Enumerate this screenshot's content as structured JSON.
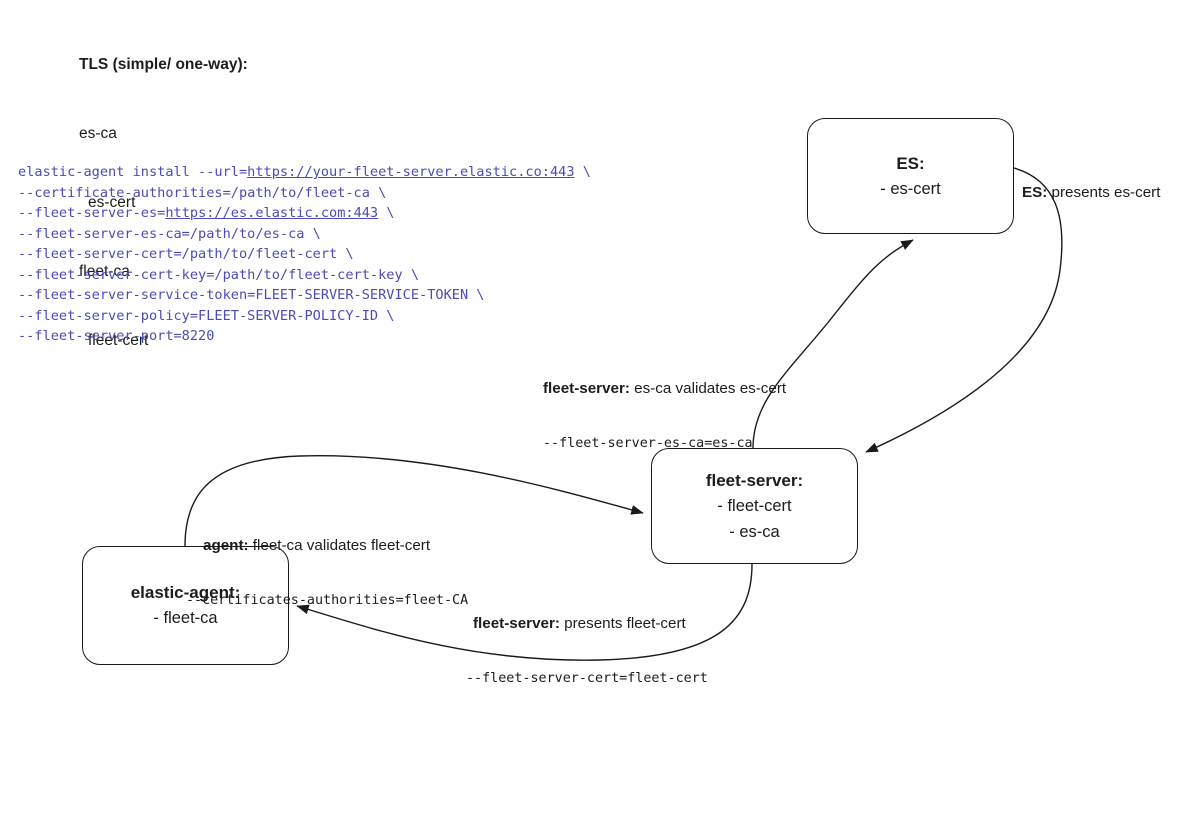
{
  "legend": {
    "title": "TLS (simple/ one-way):",
    "lines": [
      {
        "text": "es-ca",
        "indent": false
      },
      {
        "text": "es-cert",
        "indent": true
      },
      {
        "text": "fleet-ca",
        "indent": false
      },
      {
        "text": "fleet-cert",
        "indent": true
      }
    ]
  },
  "command": {
    "lines": [
      [
        {
          "t": "elastic-agent install --url=",
          "link": false
        },
        {
          "t": "https://your-fleet-server.elastic.co:443",
          "link": true
        },
        {
          "t": " \\",
          "link": false
        }
      ],
      [
        {
          "t": "--certificate-authorities=/path/to/fleet-ca \\",
          "link": false
        }
      ],
      [
        {
          "t": "--fleet-server-es=",
          "link": false
        },
        {
          "t": "https://es.elastic.com:443",
          "link": true
        },
        {
          "t": " \\",
          "link": false
        }
      ],
      [
        {
          "t": "--fleet-server-es-ca=/path/to/es-ca \\",
          "link": false
        }
      ],
      [
        {
          "t": "--fleet-server-cert=/path/to/fleet-cert \\",
          "link": false
        }
      ],
      [
        {
          "t": "--fleet-server-cert-key=/path/to/fleet-cert-key \\",
          "link": false
        }
      ],
      [
        {
          "t": "--fleet-server-service-token=FLEET-SERVER-SERVICE-TOKEN \\",
          "link": false
        }
      ],
      [
        {
          "t": "--fleet-server-policy=FLEET-SERVER-POLICY-ID \\",
          "link": false
        }
      ],
      [
        {
          "t": "--fleet-server-port=8220",
          "link": false
        }
      ]
    ],
    "text_color": "#4b4bb5"
  },
  "nodes": {
    "es": {
      "title": "ES:",
      "lines": [
        "- es-cert"
      ]
    },
    "fleet_server": {
      "title": "fleet-server:",
      "lines": [
        "- fleet-cert",
        "- es-ca"
      ]
    },
    "elastic_agent": {
      "title": "elastic-agent:",
      "lines": [
        "- fleet-ca"
      ]
    },
    "border_color": "#1a1a1a"
  },
  "edge_labels": {
    "es_presents": {
      "bold": "ES:",
      "rest": " presents es-cert"
    },
    "fleet_validates": {
      "bold": "fleet-server:",
      "rest": " es-ca validates es-cert",
      "mono": "--fleet-server-es-ca=es-ca"
    },
    "agent_validates": {
      "bold": "agent:",
      "rest": " fleet-ca validates fleet-cert",
      "mono": "--certificates-authorities=fleet-CA"
    },
    "fleet_presents": {
      "bold": "fleet-server:",
      "rest": " presents fleet-cert",
      "mono": "--fleet-server-cert=fleet-cert"
    }
  }
}
